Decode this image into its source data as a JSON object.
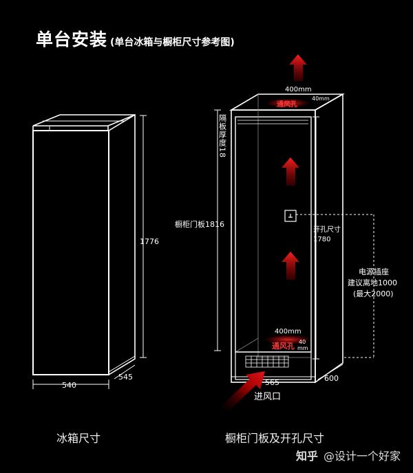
{
  "title": {
    "main": "单台安装",
    "sub": "(单台冰箱与橱柜尺寸参考图)"
  },
  "fridge": {
    "height": "1776",
    "width": "540",
    "depth": "545",
    "caption": "冰箱尺寸"
  },
  "cabinet": {
    "top_vent_width": "400mm",
    "top_vent_label": "通风孔",
    "top_vent_depth": "40mm",
    "panel_thickness": "隔板厚度18",
    "door_panel": "橱柜门板1816",
    "opening_label": "开孔尺寸",
    "opening_value": "1780",
    "socket_lines": [
      "电源插座",
      "建议离地1000",
      "(最大2000)"
    ],
    "bottom_vent_width": "400mm",
    "bottom_vent_label": "通风孔",
    "bottom_vent_depth": [
      "40",
      "mm"
    ],
    "width": "565",
    "depth": "600",
    "inlet_label": "进风口",
    "caption": "橱柜门板及开孔尺寸"
  },
  "watermark": {
    "brand": "知乎",
    "author": "@设计一个好家"
  },
  "colors": {
    "background": "#000000",
    "line": "#ffffff",
    "arrow_red": "#e0141b",
    "vent_red": "#ff2a2a"
  }
}
